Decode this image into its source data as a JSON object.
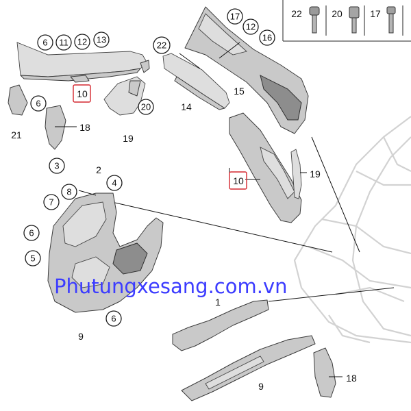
{
  "callouts": [
    {
      "id": "c6-top",
      "label": "6"
    },
    {
      "id": "c11-top",
      "label": "11"
    },
    {
      "id": "c12-top",
      "label": "12"
    },
    {
      "id": "c13-top",
      "label": "13"
    },
    {
      "id": "c22-mid",
      "label": "22"
    },
    {
      "id": "c17-mid",
      "label": "17"
    },
    {
      "id": "c12-mid",
      "label": "12"
    },
    {
      "id": "c16-mid",
      "label": "16"
    },
    {
      "id": "c20-mid",
      "label": "20"
    },
    {
      "id": "c6-left",
      "label": "6"
    },
    {
      "id": "c3",
      "label": "3"
    },
    {
      "id": "c4",
      "label": "4"
    },
    {
      "id": "c8",
      "label": "8"
    },
    {
      "id": "c7",
      "label": "7"
    },
    {
      "id": "c6-low",
      "label": "6"
    },
    {
      "id": "c5",
      "label": "5"
    },
    {
      "id": "c6-bottom",
      "label": "6"
    }
  ],
  "plain_labels": [
    {
      "id": "l21",
      "label": "21"
    },
    {
      "id": "l18-top",
      "label": "18"
    },
    {
      "id": "l19-top",
      "label": "19"
    },
    {
      "id": "l14",
      "label": "14"
    },
    {
      "id": "l15",
      "label": "15"
    },
    {
      "id": "l19-mid",
      "label": "19"
    },
    {
      "id": "l2",
      "label": "2"
    },
    {
      "id": "l1",
      "label": "1"
    },
    {
      "id": "l9-left",
      "label": "9"
    },
    {
      "id": "l9-bottom",
      "label": "9"
    },
    {
      "id": "l18-bottom",
      "label": "18"
    }
  ],
  "highlighted_labels": [
    {
      "id": "h10-top",
      "label": "10"
    },
    {
      "id": "h10-mid",
      "label": "10"
    }
  ],
  "fastener_legend": [
    {
      "label": "22"
    },
    {
      "label": "20"
    },
    {
      "label": "17"
    }
  ],
  "watermark": "Phutungxesang.com.vn",
  "colors": {
    "highlight": "#d4262e",
    "watermark": "#3c3cff",
    "part_fill": "#c9c9c9"
  }
}
